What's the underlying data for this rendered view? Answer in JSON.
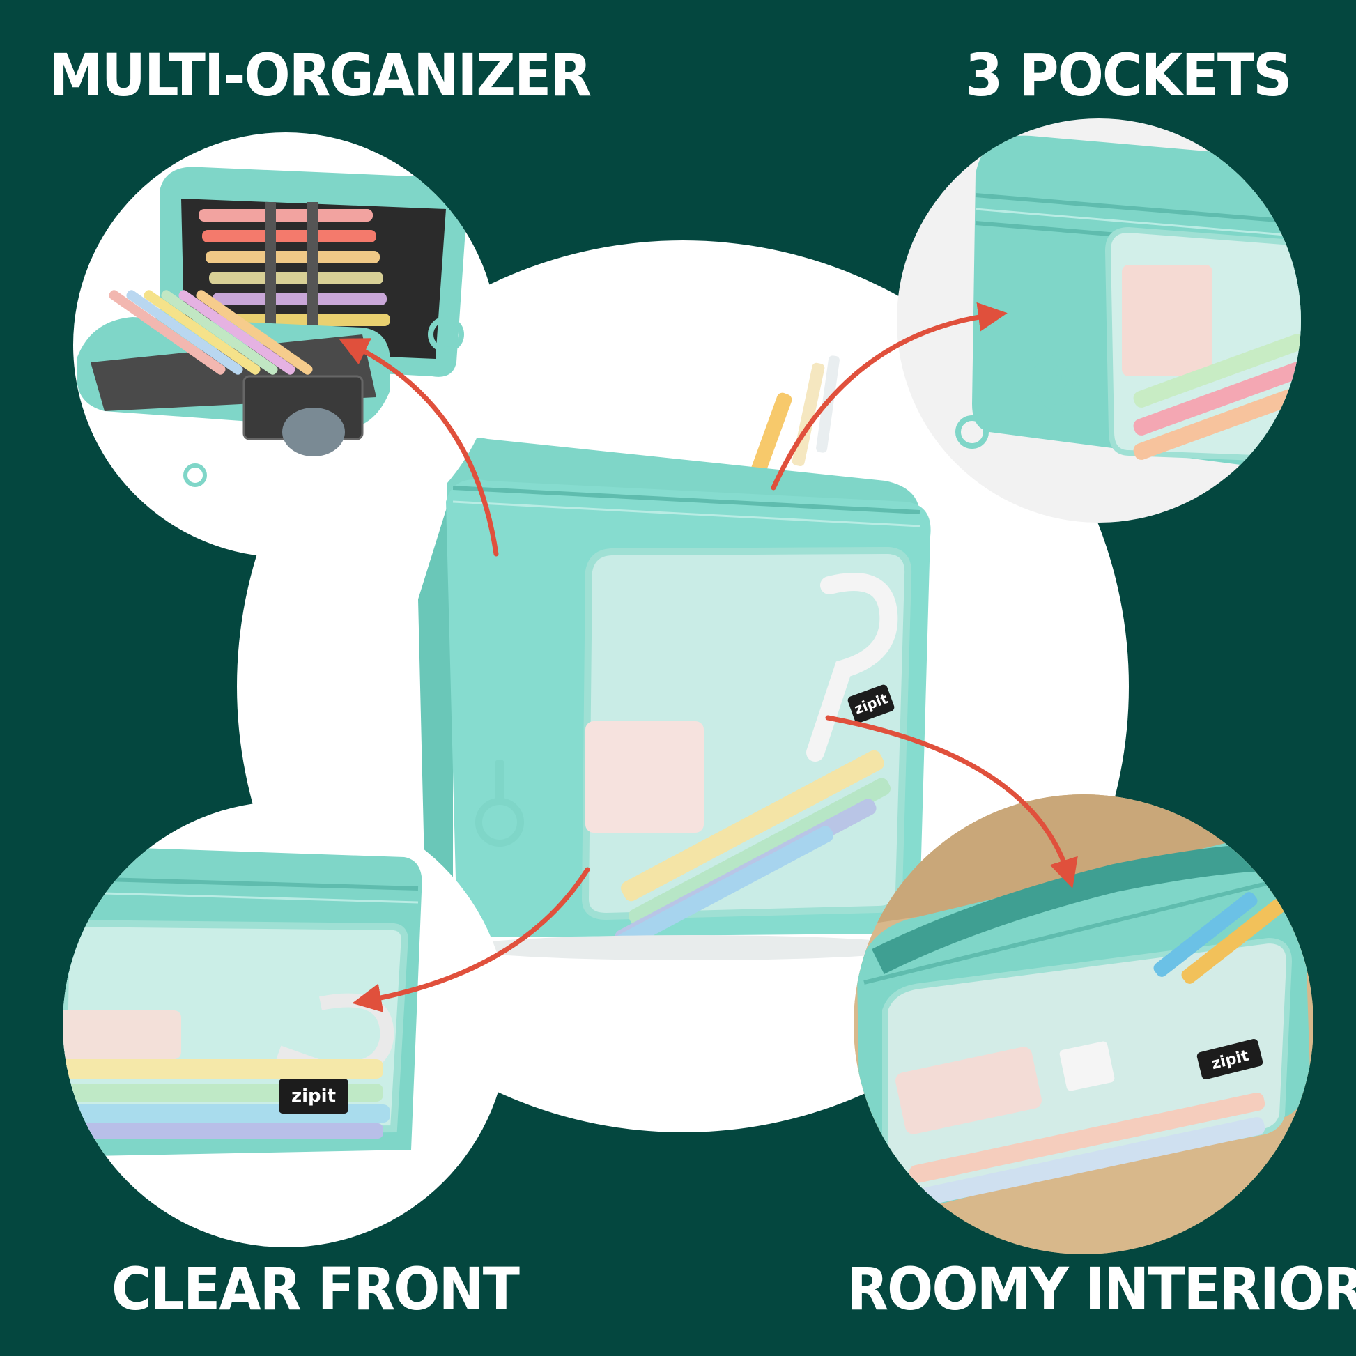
{
  "labels": {
    "top_left": "MULTI-ORGANIZER",
    "top_right": "3 POCKETS",
    "bottom_left": "CLEAR FRONT",
    "bottom_right": "ROOMY INTERIOR"
  },
  "brand": {
    "tag_text": "zipit"
  },
  "colors": {
    "background": "#04473f",
    "case_mint": "#7fd6c8",
    "arrow_red": "#e0503c",
    "label_white": "#ffffff"
  },
  "icons": [
    "red-curved-arrow",
    "zipper-pull-ring"
  ]
}
